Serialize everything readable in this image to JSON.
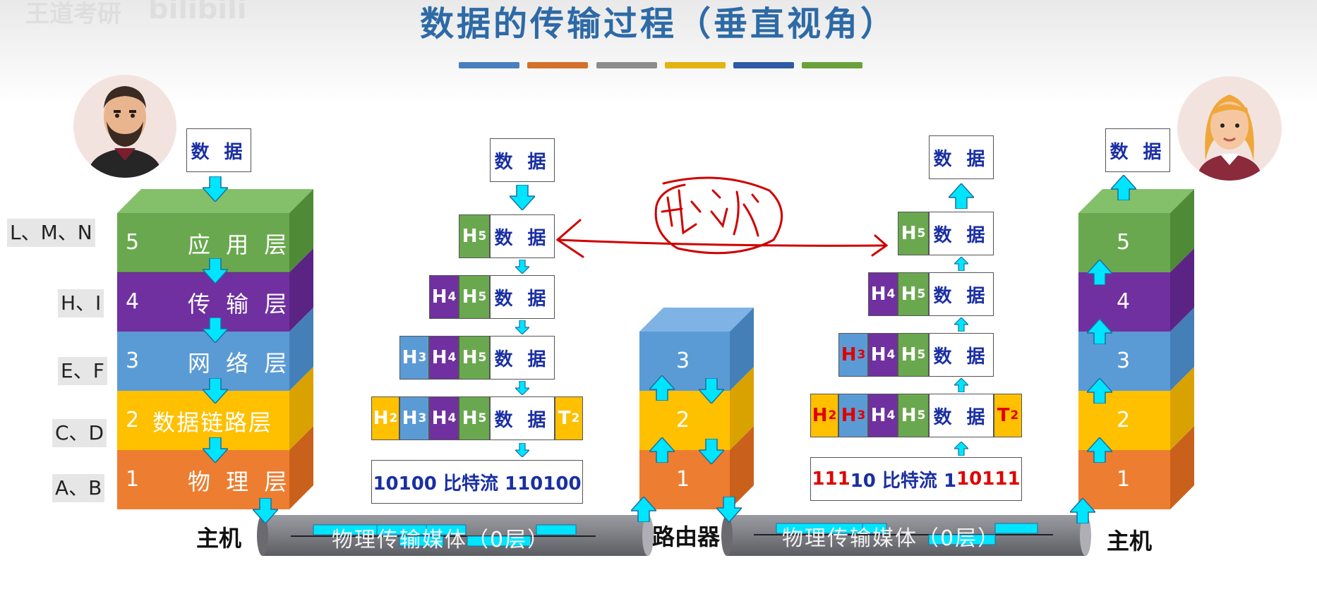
{
  "title": "数据的传输过程（垂直视角）",
  "watermark": {
    "left": "王道考研",
    "right": "bilibili"
  },
  "color_bar": [
    "#4a7fbd",
    "#d4712a",
    "#8c8c8c",
    "#e3b310",
    "#2e5aa6",
    "#6aa13c"
  ],
  "side_labels": [
    "L、M、N",
    "H、I",
    "E、F",
    "C、D",
    "A、B"
  ],
  "left_stack": {
    "top_data": "数 据",
    "layers": [
      {
        "num": "5",
        "name": "应 用 层"
      },
      {
        "num": "4",
        "name": "传 输 层"
      },
      {
        "num": "3",
        "name": "网 络 层"
      },
      {
        "num": "2",
        "name": "数据链路层"
      },
      {
        "num": "1",
        "name": "物 理 层"
      }
    ]
  },
  "left_encap": {
    "rows": [
      {
        "data": "数 据"
      },
      {
        "data": "数 据"
      },
      {
        "data": "数 据"
      },
      {
        "data": "数 据"
      },
      {
        "data": "数 据"
      }
    ],
    "bits": "10100 比特流 110100"
  },
  "headers": {
    "H": "H",
    "T": "T",
    "h2": "2",
    "h3": "3",
    "h4": "4",
    "h5": "5",
    "t2": "2"
  },
  "router": {
    "layers": [
      "3",
      "2",
      "1"
    ],
    "label": "路由器"
  },
  "right_encap": {
    "rows": [
      {
        "data": "数 据"
      },
      {
        "data": "数 据"
      },
      {
        "data": "数 据"
      },
      {
        "data": "数 据"
      },
      {
        "data": "数 据"
      }
    ],
    "bits_red": "111",
    "bits_blue": "10 比特流 1",
    "bits_red2": "10111"
  },
  "right_stack": {
    "top_data": "数 据",
    "layers": [
      "5",
      "4",
      "3",
      "2",
      "1"
    ]
  },
  "host_label": "主机",
  "medium_left": "物理传输媒体（0层）",
  "medium_right": "物理传输媒体（0层）",
  "handwriting": "协议",
  "colors": {
    "app": "#6aa84f",
    "transport": "#7030a0",
    "network": "#5b9bd5",
    "datalink": "#ffc000",
    "physical": "#ed7d31",
    "arrow": "#00e5ff",
    "ink": "#d00000",
    "text_blue": "#1a2fa3"
  }
}
